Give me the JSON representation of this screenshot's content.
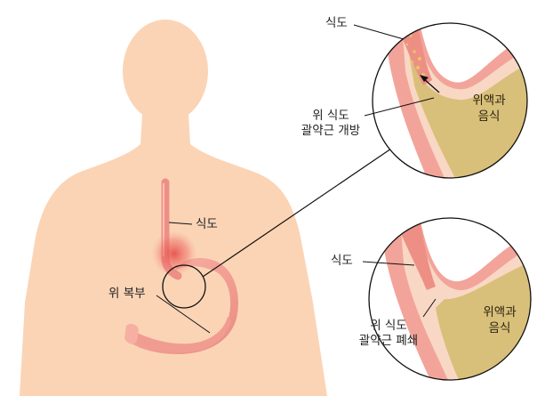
{
  "labels": {
    "body_esophagus": "식도",
    "body_stomach": "위 복부",
    "top_esophagus": "식도",
    "top_sphincter_line1": "위 식도",
    "top_sphincter_line2": "괄약근 개방",
    "top_contents_line1": "위액과",
    "top_contents_line2": "음식",
    "bottom_esophagus": "식도",
    "bottom_sphincter_line1": "위  식도",
    "bottom_sphincter_line2": "괄약근  폐쇄",
    "bottom_contents_line1": "위액과",
    "bottom_contents_line2": "음식"
  },
  "colors": {
    "skin": "#fbd4b6",
    "stomach": "#f3a49a",
    "esophagus": "#ee8f86",
    "inflammation": "#e5413f",
    "gastric_contents": "#d9c07a",
    "lining": "#f8d8c4",
    "line": "#111111"
  },
  "icons": {
    "reflux_arrow": "arrow-up-left-icon"
  }
}
